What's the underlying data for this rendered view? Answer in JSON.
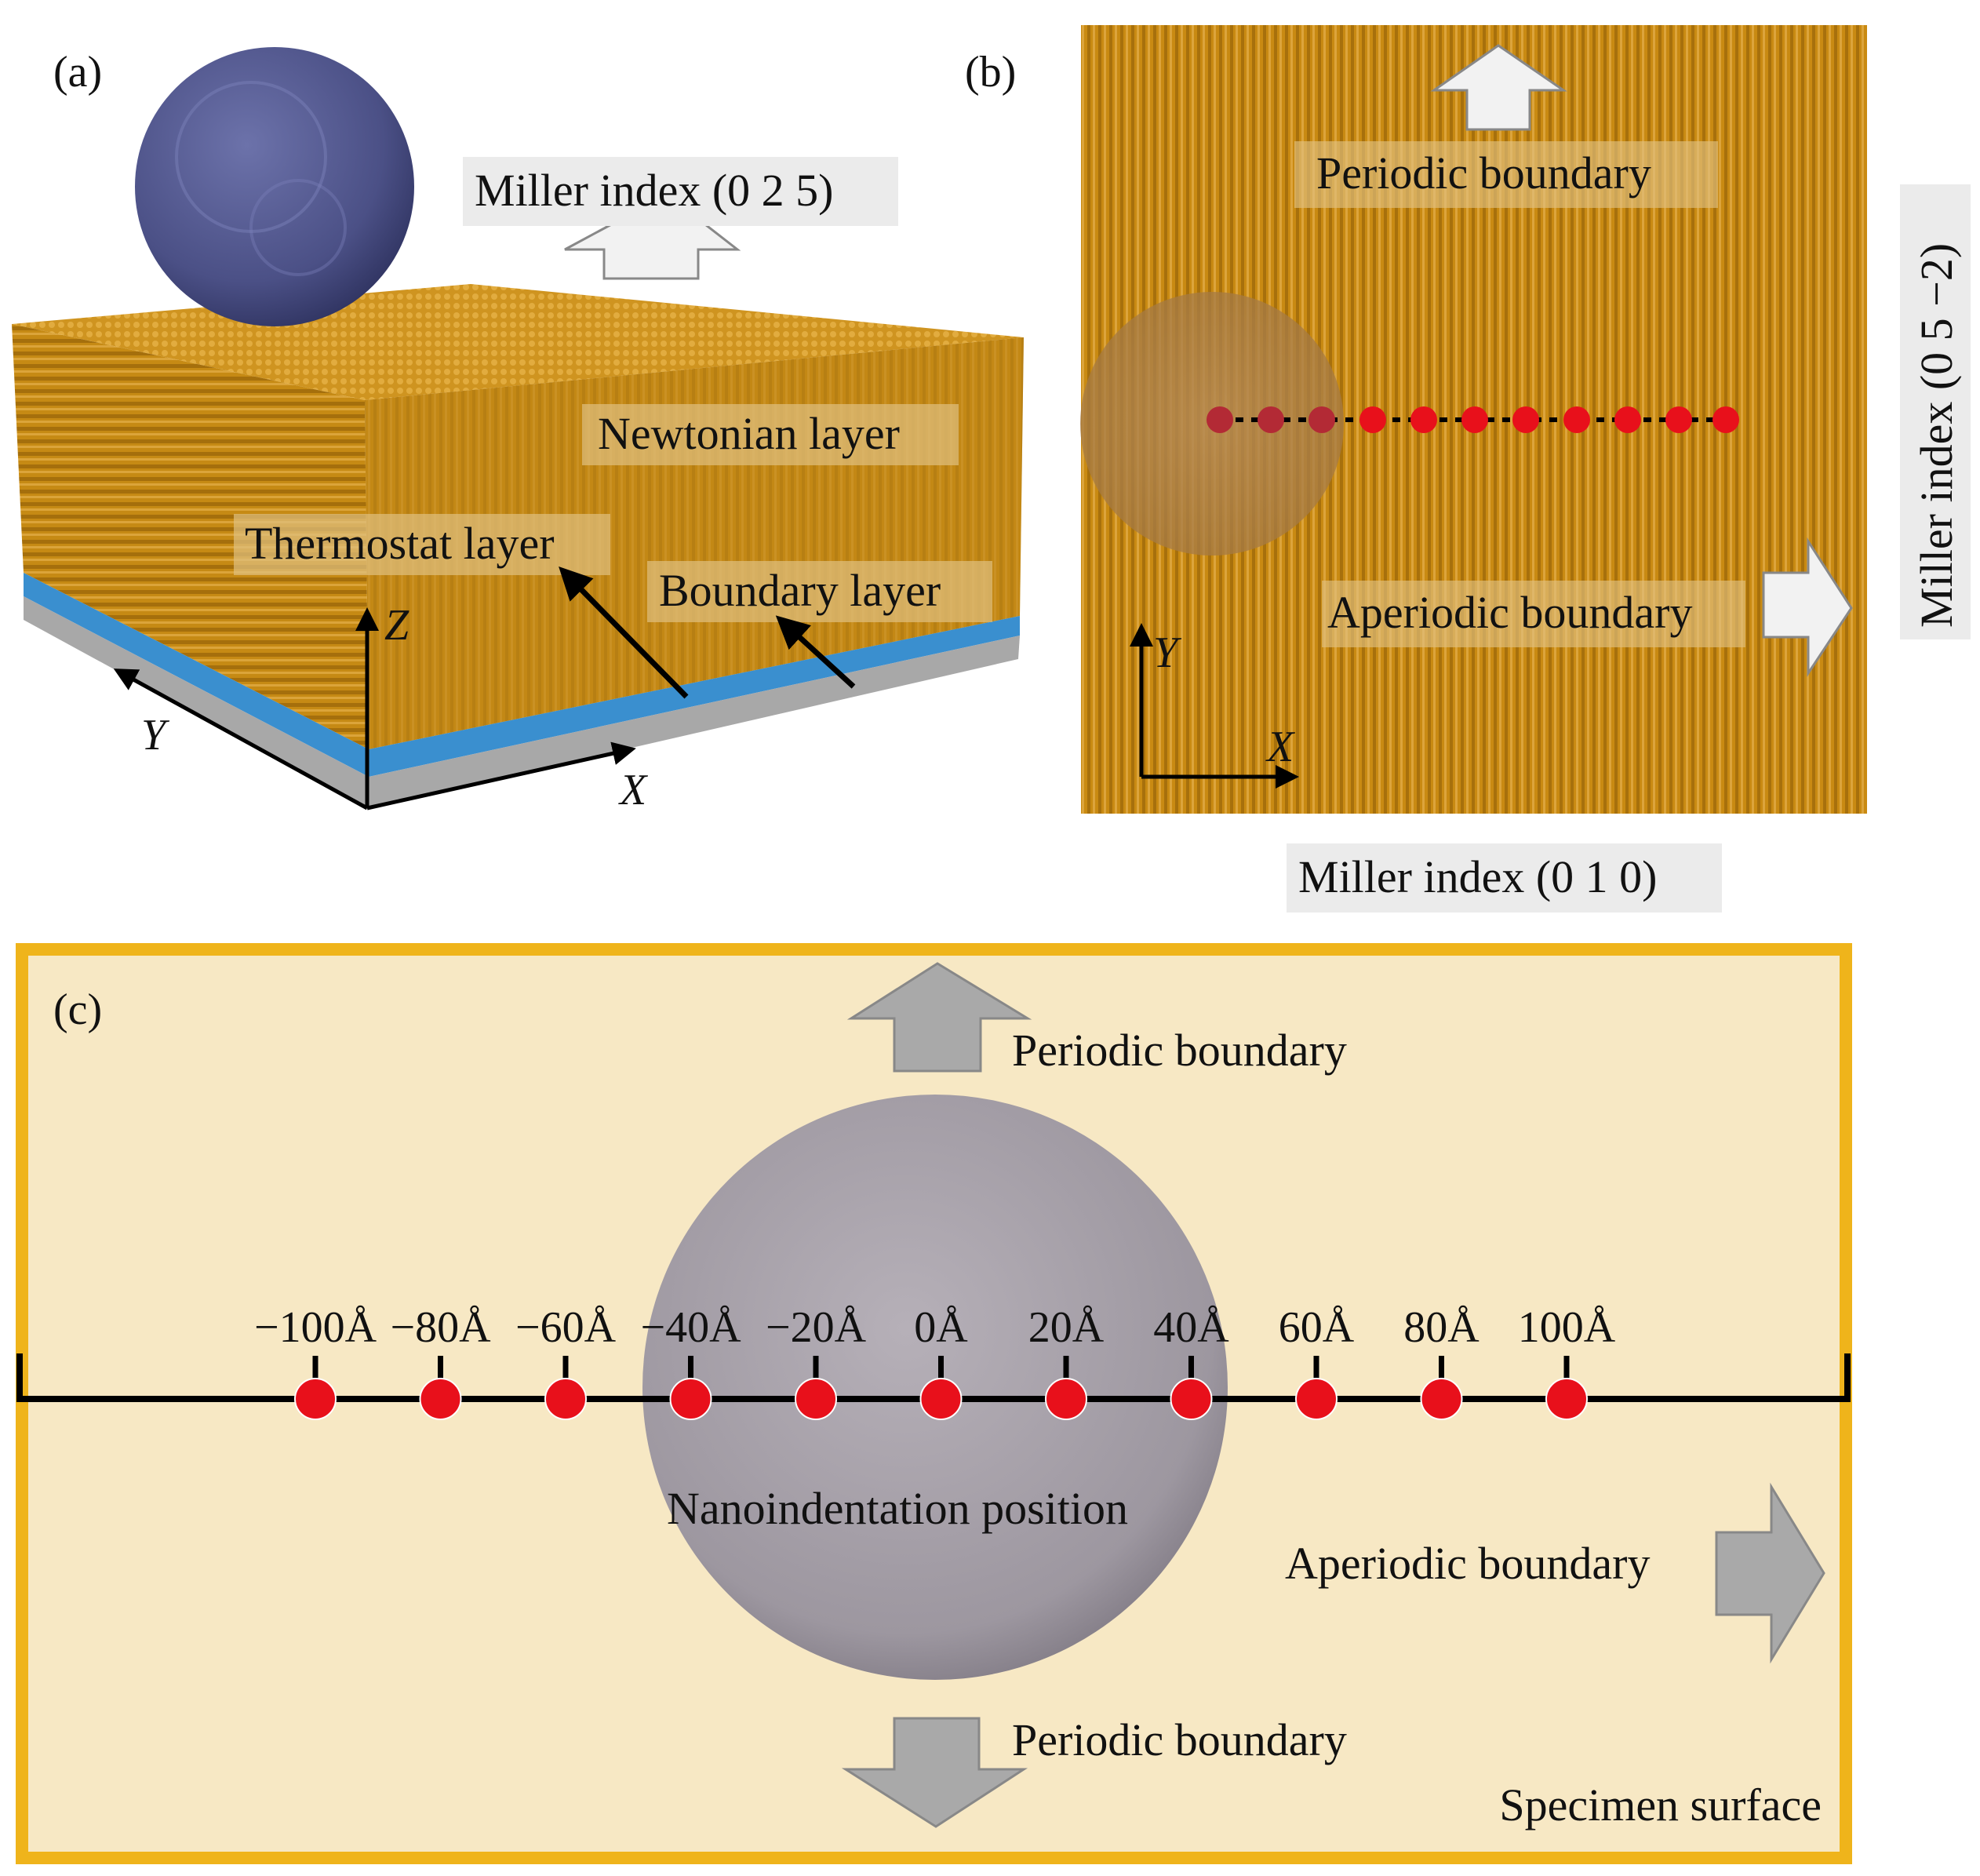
{
  "panel_a": {
    "label": "(a)",
    "miller": "Miller index (0 2 5)",
    "newtonian": "Newtonian layer",
    "thermostat": "Thermostat layer",
    "boundary": "Boundary layer",
    "axis_z": "Z",
    "axis_y": "Y",
    "axis_x": "X"
  },
  "panel_b": {
    "label": "(b)",
    "periodic": "Periodic boundary",
    "aperiodic": "Aperiodic boundary",
    "miller_right": "Miller index (0 5 −2)",
    "miller_bottom": "Miller index (0 1 0)",
    "axis_y": "Y",
    "axis_x": "X"
  },
  "panel_c": {
    "label": "(c)",
    "periodic_top": "Periodic boundary",
    "periodic_bottom": "Periodic boundary",
    "aperiodic": "Aperiodic boundary",
    "nanoindentation": "Nanoindentation position",
    "specimen": "Specimen surface",
    "positions": [
      "−100Å",
      "−80Å",
      "−60Å",
      "−40Å",
      "−20Å",
      "0Å",
      "20Å",
      "40Å",
      "60Å",
      "80Å",
      "100Å"
    ]
  },
  "colors": {
    "copper": "#c98a12",
    "boundary_blue": "#3a8fcf",
    "fixed_gray": "#a8a8a8",
    "indenter": "#4a4f85",
    "point_red": "#e8101b",
    "surface_fill": "#f7e8c4",
    "surface_border": "#efb41b",
    "arrow_gray": "#a9a9a9"
  }
}
